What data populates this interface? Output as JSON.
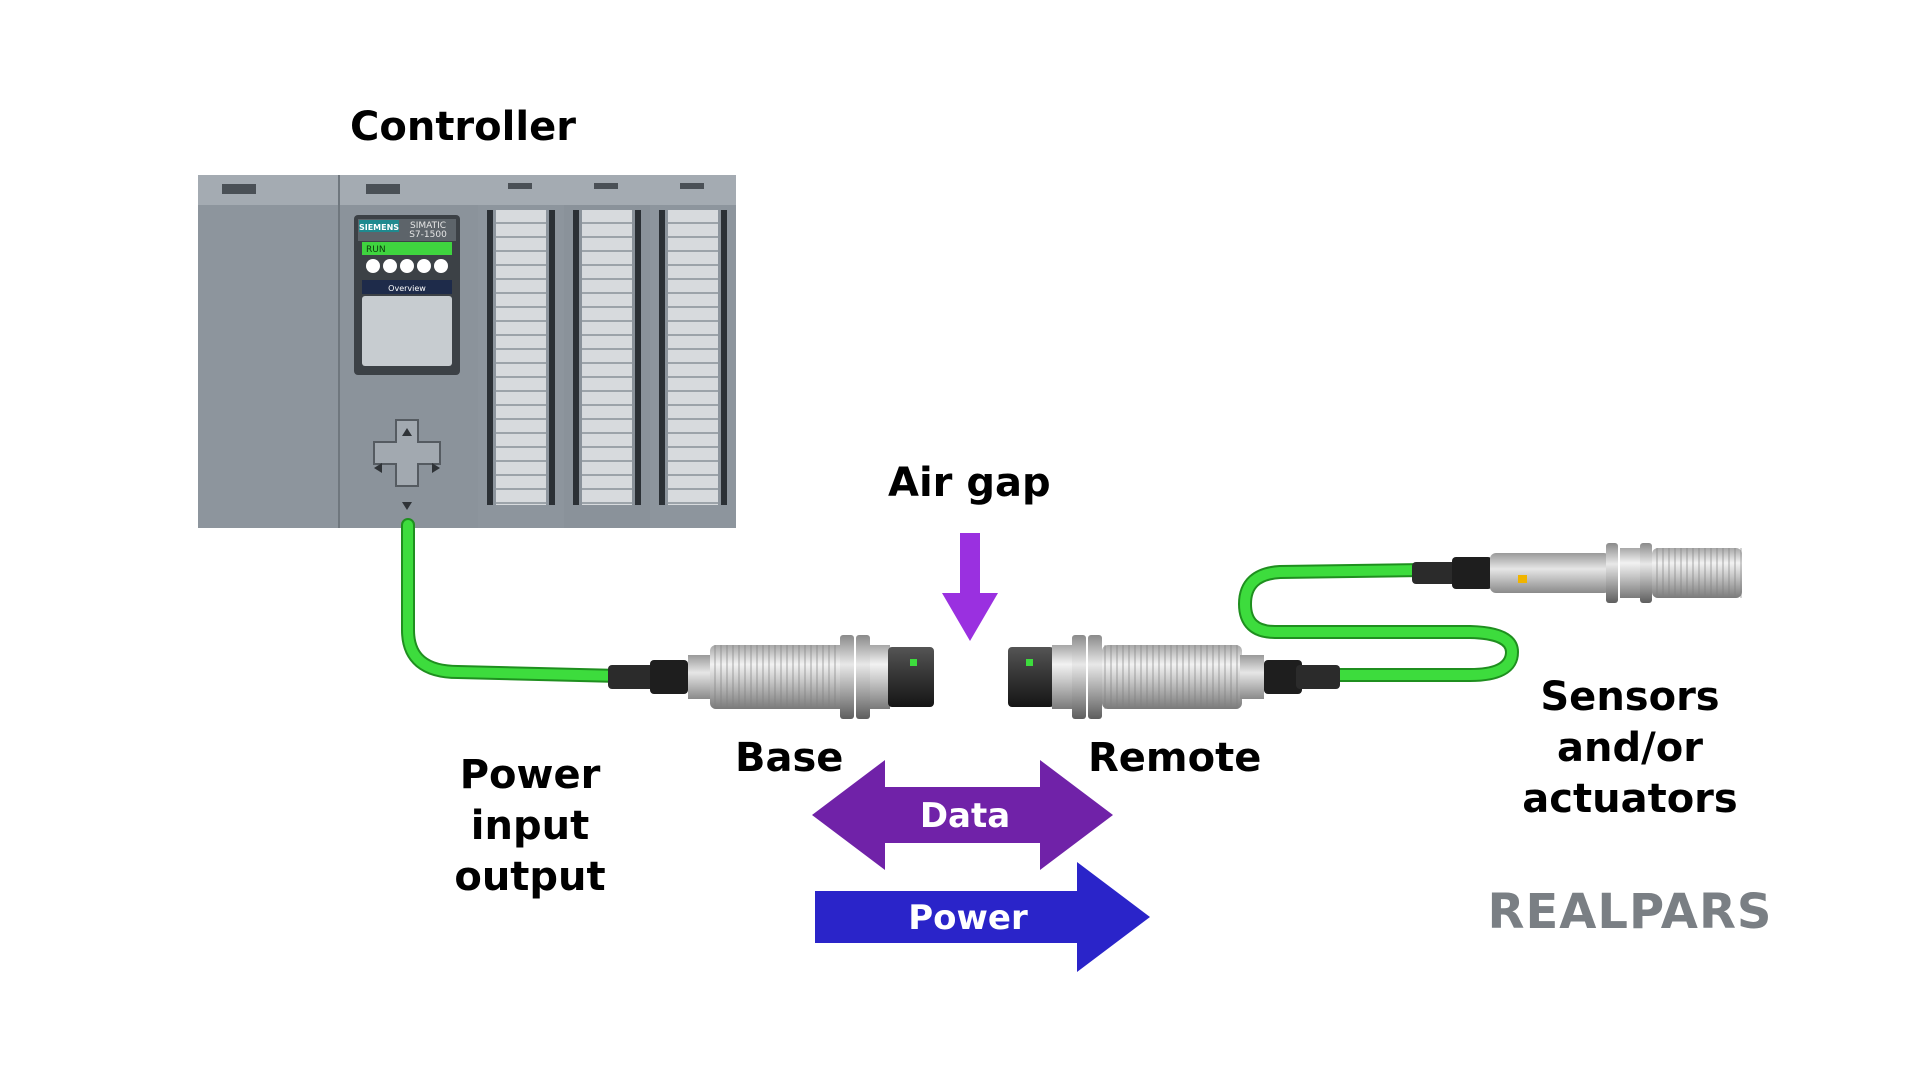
{
  "controller": {
    "title": "Controller",
    "brand": "SIEMENS",
    "model_line1": "SIMATIC",
    "model_line2": "S7-1500",
    "status": "RUN",
    "screen_label": "Overview"
  },
  "labels": {
    "air_gap": "Air gap",
    "power_io": [
      "Power",
      "input",
      "output"
    ],
    "base": "Base",
    "remote": "Remote",
    "sensors": [
      "Sensors",
      "and/or",
      "actuators"
    ]
  },
  "arrows": {
    "data": "Data",
    "power": "Power"
  },
  "logo": {
    "text": "REALPARS"
  },
  "colors": {
    "cable_green": "#3ddc3d",
    "data_arrow": "#7022a8",
    "power_arrow": "#2a24c9",
    "air_gap_arrow": "#9a30e0",
    "plc_body": "#8c959e",
    "status_green": "#3fd43f"
  }
}
